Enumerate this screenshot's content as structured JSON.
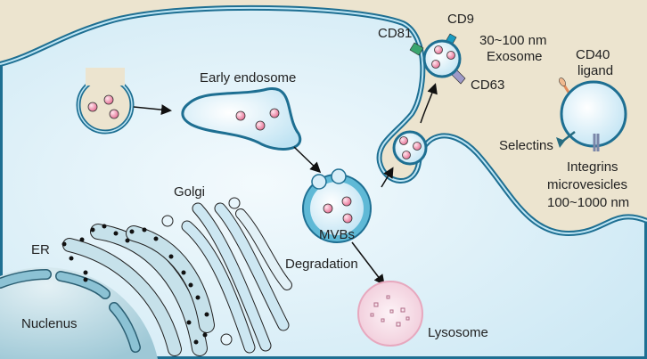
{
  "labels": {
    "cd81": "CD81",
    "cd9": "CD9",
    "exosome_size": "30~100 nm",
    "exosome": "Exosome",
    "cd63": "CD63",
    "cd40": "CD40",
    "ligand": "ligand",
    "selectins": "Selectins",
    "integrins": "Integrins",
    "microvesicles": "microvesicles",
    "microvesicle_size": "100~1000 nm",
    "early_endosome": "Early endosome",
    "golgi": "Golgi",
    "er": "ER",
    "nucleus": "Nuclenus",
    "mvbs": "MVBs",
    "degradation": "Degradation",
    "lysosome": "Lysosome"
  },
  "colors": {
    "background": "#ece4cf",
    "cytoplasm": "#d8eef8",
    "membrane": "#1e6f92",
    "cargo": "#f2a4b8",
    "mvb": "#5fb9d6",
    "lysosome": "#f6dfe8"
  }
}
